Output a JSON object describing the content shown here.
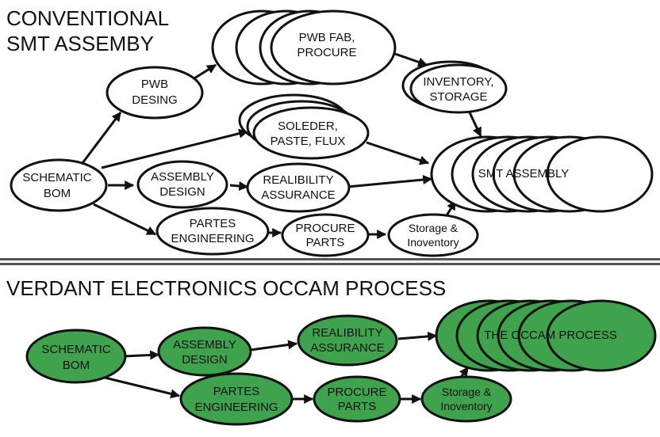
{
  "colors": {
    "plain_fill": "#ffffff",
    "green_fill": "#3fa34d",
    "stroke": "#111111",
    "divider": "#555555"
  },
  "conventional": {
    "title": [
      "CONVENTIONAL",
      "SMT ASSEMBY"
    ],
    "nodes": {
      "schematic": [
        "SCHEMATIC",
        "BOM"
      ],
      "pwb_design": [
        "PWB",
        "DESING"
      ],
      "pwb_fab": [
        "PWB FAB,",
        "PROCURE"
      ],
      "inventory": [
        "INVENTORY,",
        "STORAGE"
      ],
      "solder": [
        "SOLEDER,",
        "PASTE, FLUX"
      ],
      "assembly_design": [
        "ASSEMBLY",
        "DESIGN"
      ],
      "reliability": [
        "REALIBILITY",
        "ASSURANCE"
      ],
      "parts_eng": [
        "PARTES",
        "ENGINEERING"
      ],
      "procure": [
        "PROCURE",
        "PARTS"
      ],
      "storage": [
        "Storage &",
        "Inoventory"
      ],
      "smt": [
        "SMT ASSEMBLY"
      ]
    }
  },
  "occam": {
    "title": "VERDANT ELECTRONICS OCCAM PROCESS",
    "nodes": {
      "schematic": [
        "SCHEMATIC",
        "BOM"
      ],
      "assembly_design": [
        "ASSEMBLY",
        "DESIGN"
      ],
      "reliability": [
        "REALIBILITY",
        "ASSURANCE"
      ],
      "parts_eng": [
        "PARTES",
        "ENGINEERING"
      ],
      "procure": [
        "PROCURE",
        "PARTS"
      ],
      "storage": [
        "Storage &",
        "Inoventory"
      ],
      "occam": [
        "THE OCCAM PROCESS"
      ]
    }
  }
}
